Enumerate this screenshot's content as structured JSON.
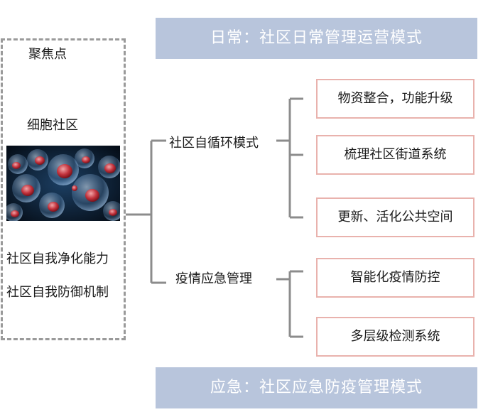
{
  "banners": {
    "top": "日常：社区日常管理运营模式",
    "bottom": "应急：社区应急防疫管理模式"
  },
  "focus_panel": {
    "title": "聚焦点",
    "cell_label": "细胞社区",
    "lines": [
      "社区自我净化能力",
      "社区自我防御机制"
    ]
  },
  "modes": {
    "self_cycle": {
      "label": "社区自循环模式",
      "items": [
        "物资整合，功能升级",
        "梳理社区街道系统",
        "更新、活化公共空间"
      ]
    },
    "epidemic": {
      "label": "疫情应急管理",
      "items": [
        "智能化疫情防控",
        "多层级检测系统"
      ]
    }
  },
  "colors": {
    "banner_bg": "#b8c5dc",
    "box_border": "#e9b2ad",
    "connector": "#8c8c8c",
    "dash_border": "#9a9a9a"
  }
}
